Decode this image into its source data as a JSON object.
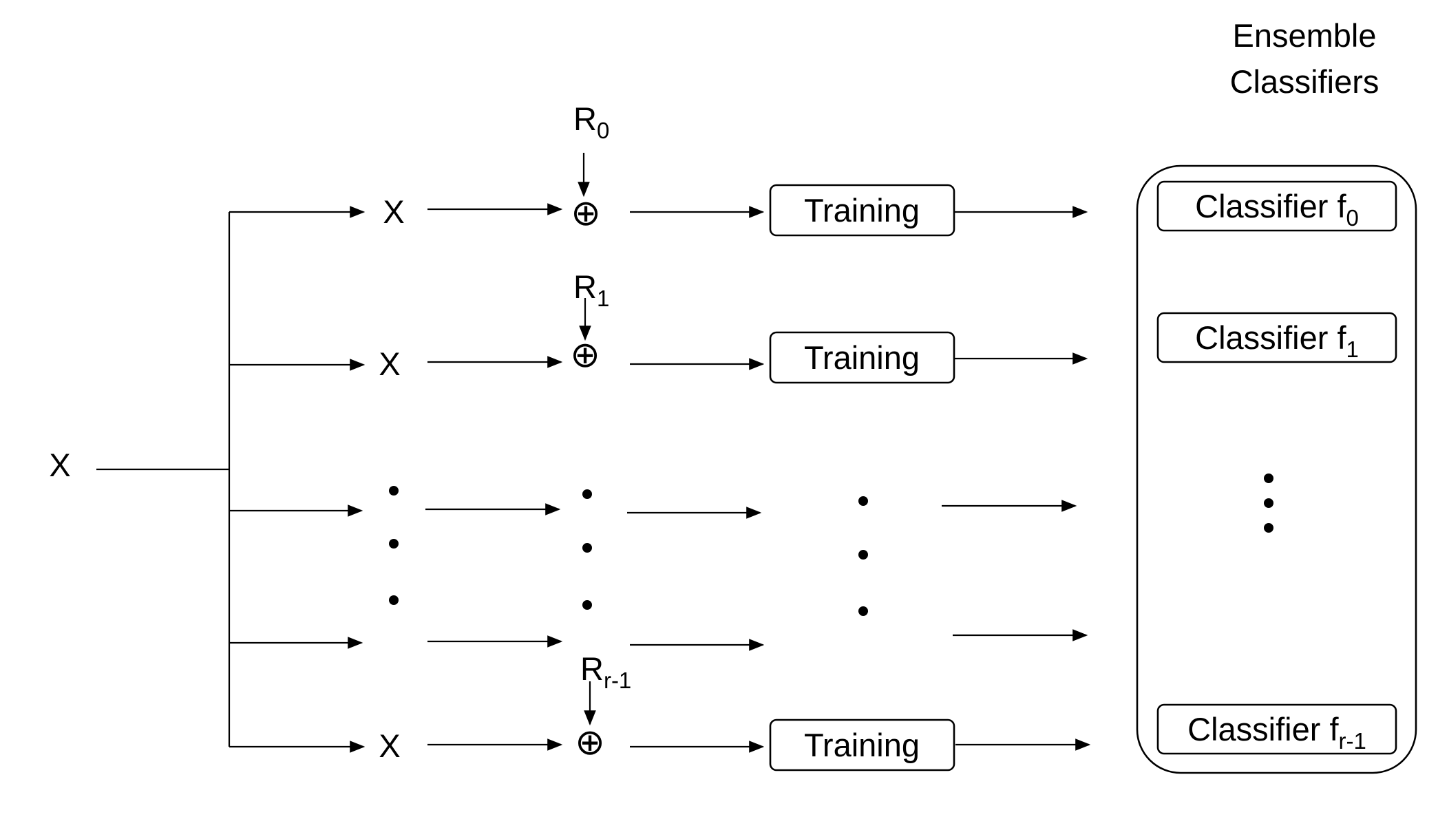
{
  "title": {
    "line1": "Ensemble",
    "line2": "Classifiers"
  },
  "input": {
    "label": "X"
  },
  "branches": [
    {
      "input_label": "X",
      "noise_base": "R",
      "noise_sub": "0",
      "operator": "⊕",
      "training_label": "Training"
    },
    {
      "input_label": "X",
      "noise_base": "R",
      "noise_sub": "1",
      "operator": "⊕",
      "training_label": "Training"
    },
    {
      "input_label": "X",
      "noise_base": "R",
      "noise_sub": "r-1",
      "operator": "⊕",
      "training_label": "Training"
    }
  ],
  "classifiers": [
    {
      "base": "Classifier f",
      "sub": "0"
    },
    {
      "base": "Classifier f",
      "sub": "1"
    },
    {
      "base": "Classifier f",
      "sub": "r-1"
    }
  ],
  "ellipsis_symbol": "•"
}
